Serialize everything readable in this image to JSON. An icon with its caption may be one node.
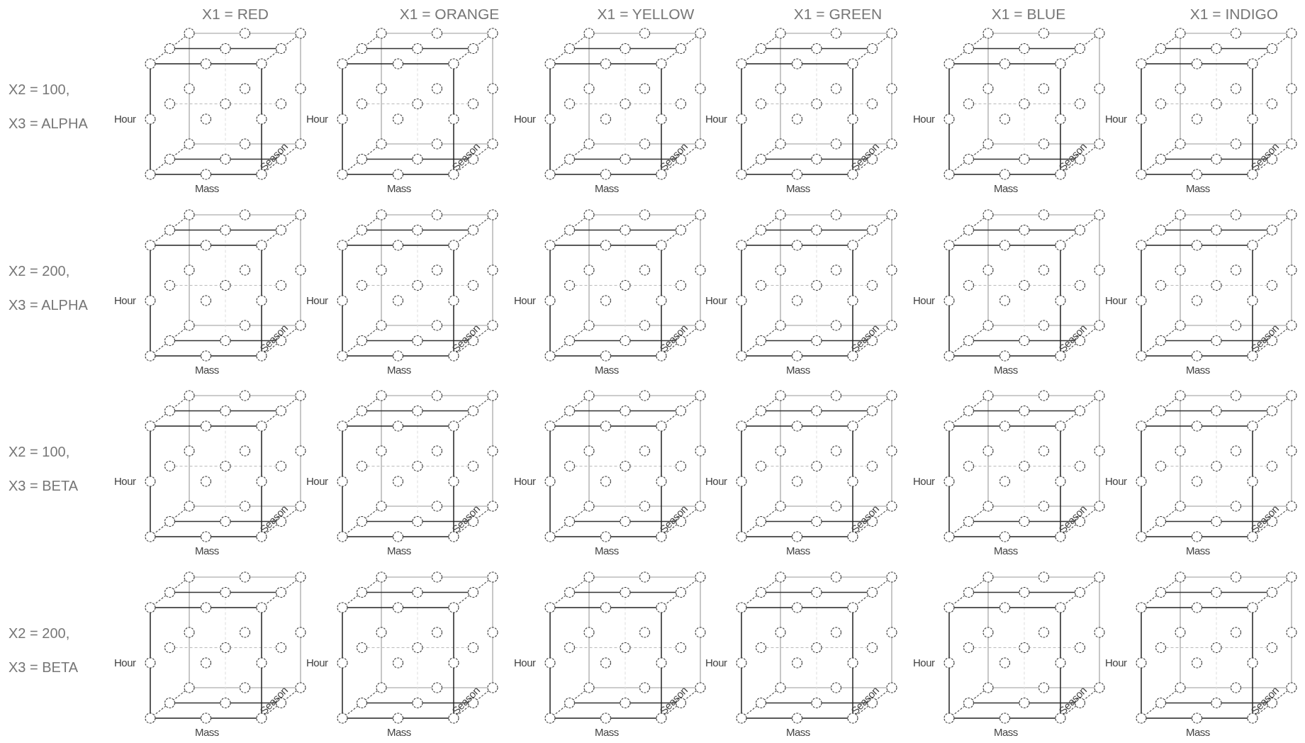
{
  "diagram": {
    "labels": [
      "X1 = RED",
      "X1 = ORANGE",
      "X1 = YELLOW",
      "X1 = GREEN",
      "X1 = BLUE",
      "X1 = INDIGO",
      "X2 = 100,",
      "X3 = ALPHA",
      "Hour",
      "Mass",
      "Season",
      "Hour",
      "Mass",
      "Season",
      "Hour",
      "Mass",
      "Season",
      "Hour",
      "Mass",
      "Season",
      "Hour",
      "Mass",
      "Season",
      "Hour",
      "Mass",
      "Season",
      "X2 = 200,",
      "X3 = ALPHA",
      "Hour",
      "Mass",
      "Season",
      "Hour",
      "Mass",
      "Season",
      "Hour",
      "Mass",
      "Season",
      "Hour",
      "Mass",
      "Season",
      "Hour",
      "Mass",
      "Season",
      "Hour",
      "Mass",
      "Season",
      "X2 = 100,",
      "X3 = BETA",
      "Hour",
      "Mass",
      "Season",
      "Hour",
      "Mass",
      "Season",
      "Hour",
      "Mass",
      "Season",
      "Hour",
      "Mass",
      "Season",
      "Hour",
      "Mass",
      "Season",
      "Hour",
      "Mass",
      "Season",
      "X2 = 200,",
      "X3 = BETA",
      "Hour",
      "Mass",
      "Season",
      "Hour",
      "Mass",
      "Season",
      "Hour",
      "Mass",
      "Season",
      "Hour",
      "Mass",
      "Season",
      "Hour",
      "Mass",
      "Season",
      "Hour",
      "Mass",
      "Season"
    ]
  }
}
